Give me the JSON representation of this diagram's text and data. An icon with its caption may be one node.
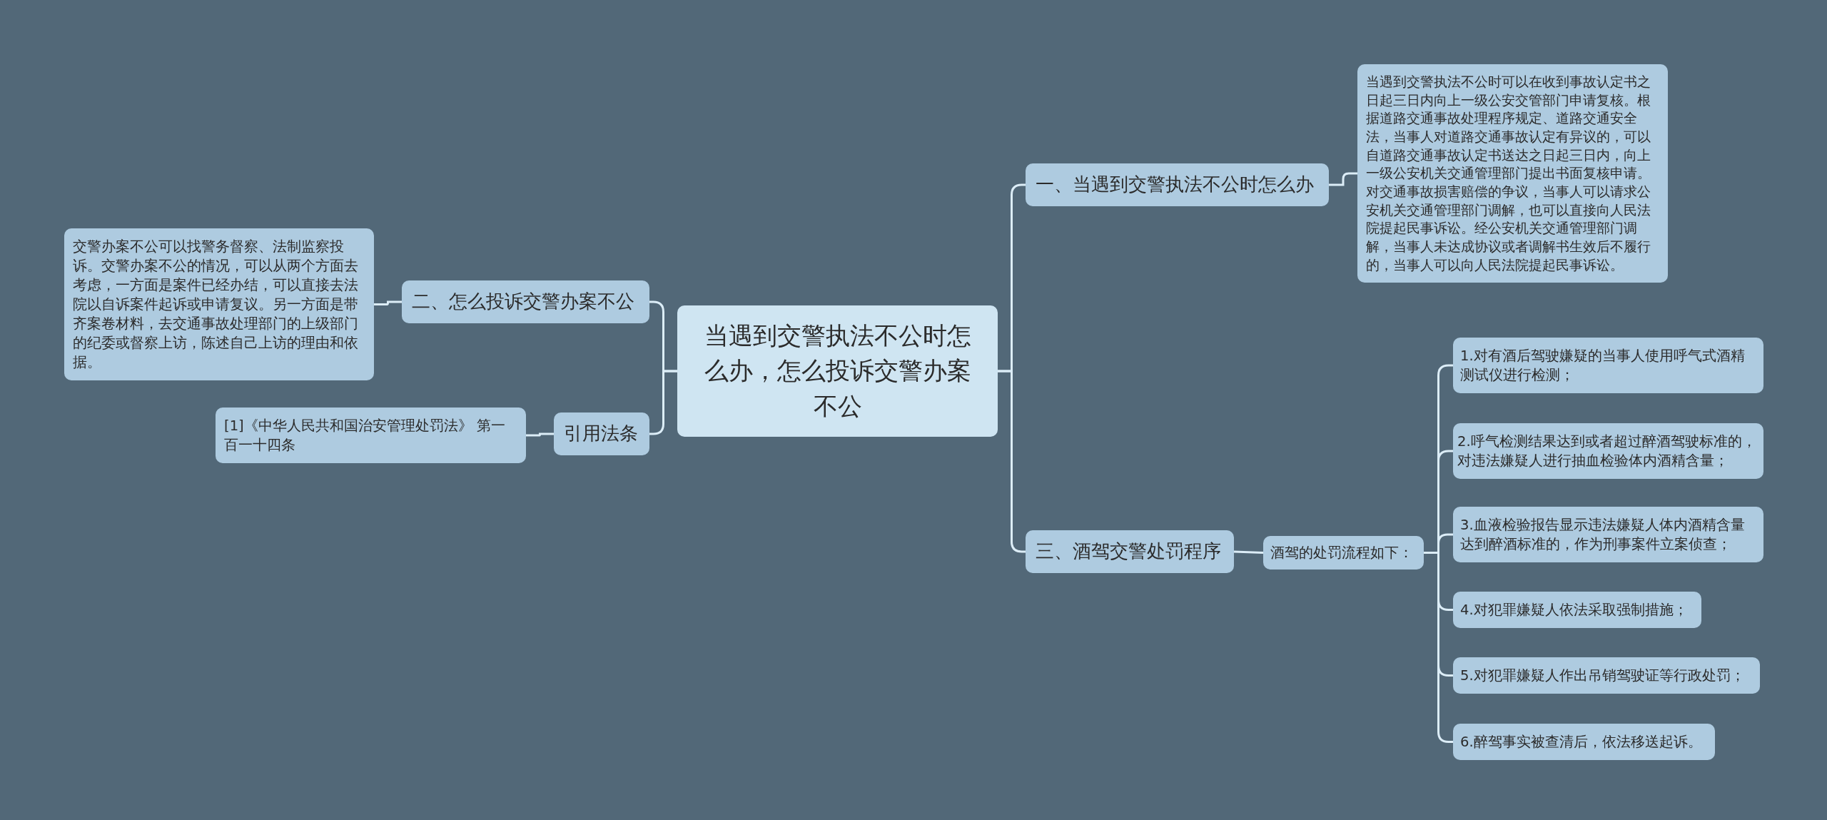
{
  "diagram": {
    "nodes": [
      {
        "text": [
          "当遇到交警执法不公时怎么办，怎么投诉交警办案不公"
        ]
      },
      {
        "text": [
          "一、当遇到交警执法不公时怎么办"
        ]
      },
      {
        "text": [
          "当遇到交警执法不公时可以在收到事故认定书之日起三日内向上一级公安交管部门申请复核。根据道路交通事故处理程序规定、道路交通安全法，当事人对道路交通事故认定有异议的，可以自道路交通事故认定书送达之日起三日内，向上一级公安机关交通管理部门提出书面复核申请。对交通事故损害赔偿的争议，当事人可以请求公安机关交通管理部门调解，也可以直接向人民法院提起民事诉讼。经公安机关交通管理部门调解，当事人未达成协议或者调解书生效后不履行的，当事人可以向人民法院提起民事诉讼。"
        ]
      },
      {
        "text": [
          "二、怎么投诉交警办案不公"
        ]
      },
      {
        "text": [
          "交警办案不公可以找警务督察、法制监察投诉。交警办案不公的情况，可以从两个方面去考虑，一方面是案件已经办结，可以直接去法院以自诉案件起诉或申请复议。另一方面是带齐案卷材料，去交通事故处理部门的上级部门的纪委或督察上访，陈述自己上访的理由和依据。"
        ]
      },
      {
        "text": [
          "引用法条"
        ]
      },
      {
        "text": [
          "[1]《中华人民共和国治安管理处罚法》 第一百一十四条"
        ]
      },
      {
        "text": [
          "三、酒驾交警处罚程序"
        ]
      },
      {
        "text": [
          "酒驾的处罚流程如下："
        ]
      },
      {
        "text": [
          "1.对有酒后驾驶嫌疑的当事人使用呼气式酒精测试仪进行检测；"
        ]
      },
      {
        "text": [
          "2.呼气检测结果达到或者超过醉酒驾驶标准的，对违法嫌疑人进行抽血检验体内酒精含量；"
        ]
      },
      {
        "text": [
          "3.血液检验报告显示违法嫌疑人体内酒精含量达到醉酒标准的，作为刑事案件立案侦查；"
        ]
      },
      {
        "text": [
          "4.对犯罪嫌疑人依法采取强制措施；"
        ]
      },
      {
        "text": [
          "5.对犯罪嫌疑人作出吊销驾驶证等行政处罚；"
        ]
      },
      {
        "text": [
          "6.醉驾事实被查清后，依法移送起诉。"
        ]
      }
    ],
    "edges": [
      {
        "from": 0,
        "to": 1,
        "arrow": "none"
      },
      {
        "from": 1,
        "to": 2,
        "arrow": "none"
      },
      {
        "from": 0,
        "to": 3,
        "arrow": "none"
      },
      {
        "from": 3,
        "to": 4,
        "arrow": "none"
      },
      {
        "from": 0,
        "to": 5,
        "arrow": "none"
      },
      {
        "from": 5,
        "to": 6,
        "arrow": "none"
      },
      {
        "from": 0,
        "to": 7,
        "arrow": "none"
      },
      {
        "from": 7,
        "to": 8,
        "arrow": "none"
      },
      {
        "from": 8,
        "to": 9,
        "arrow": "none"
      },
      {
        "from": 8,
        "to": 10,
        "arrow": "none"
      },
      {
        "from": 8,
        "to": 11,
        "arrow": "none"
      },
      {
        "from": 8,
        "to": 12,
        "arrow": "none"
      },
      {
        "from": 8,
        "to": 13,
        "arrow": "none"
      },
      {
        "from": 8,
        "to": 14,
        "arrow": "none"
      }
    ]
  }
}
